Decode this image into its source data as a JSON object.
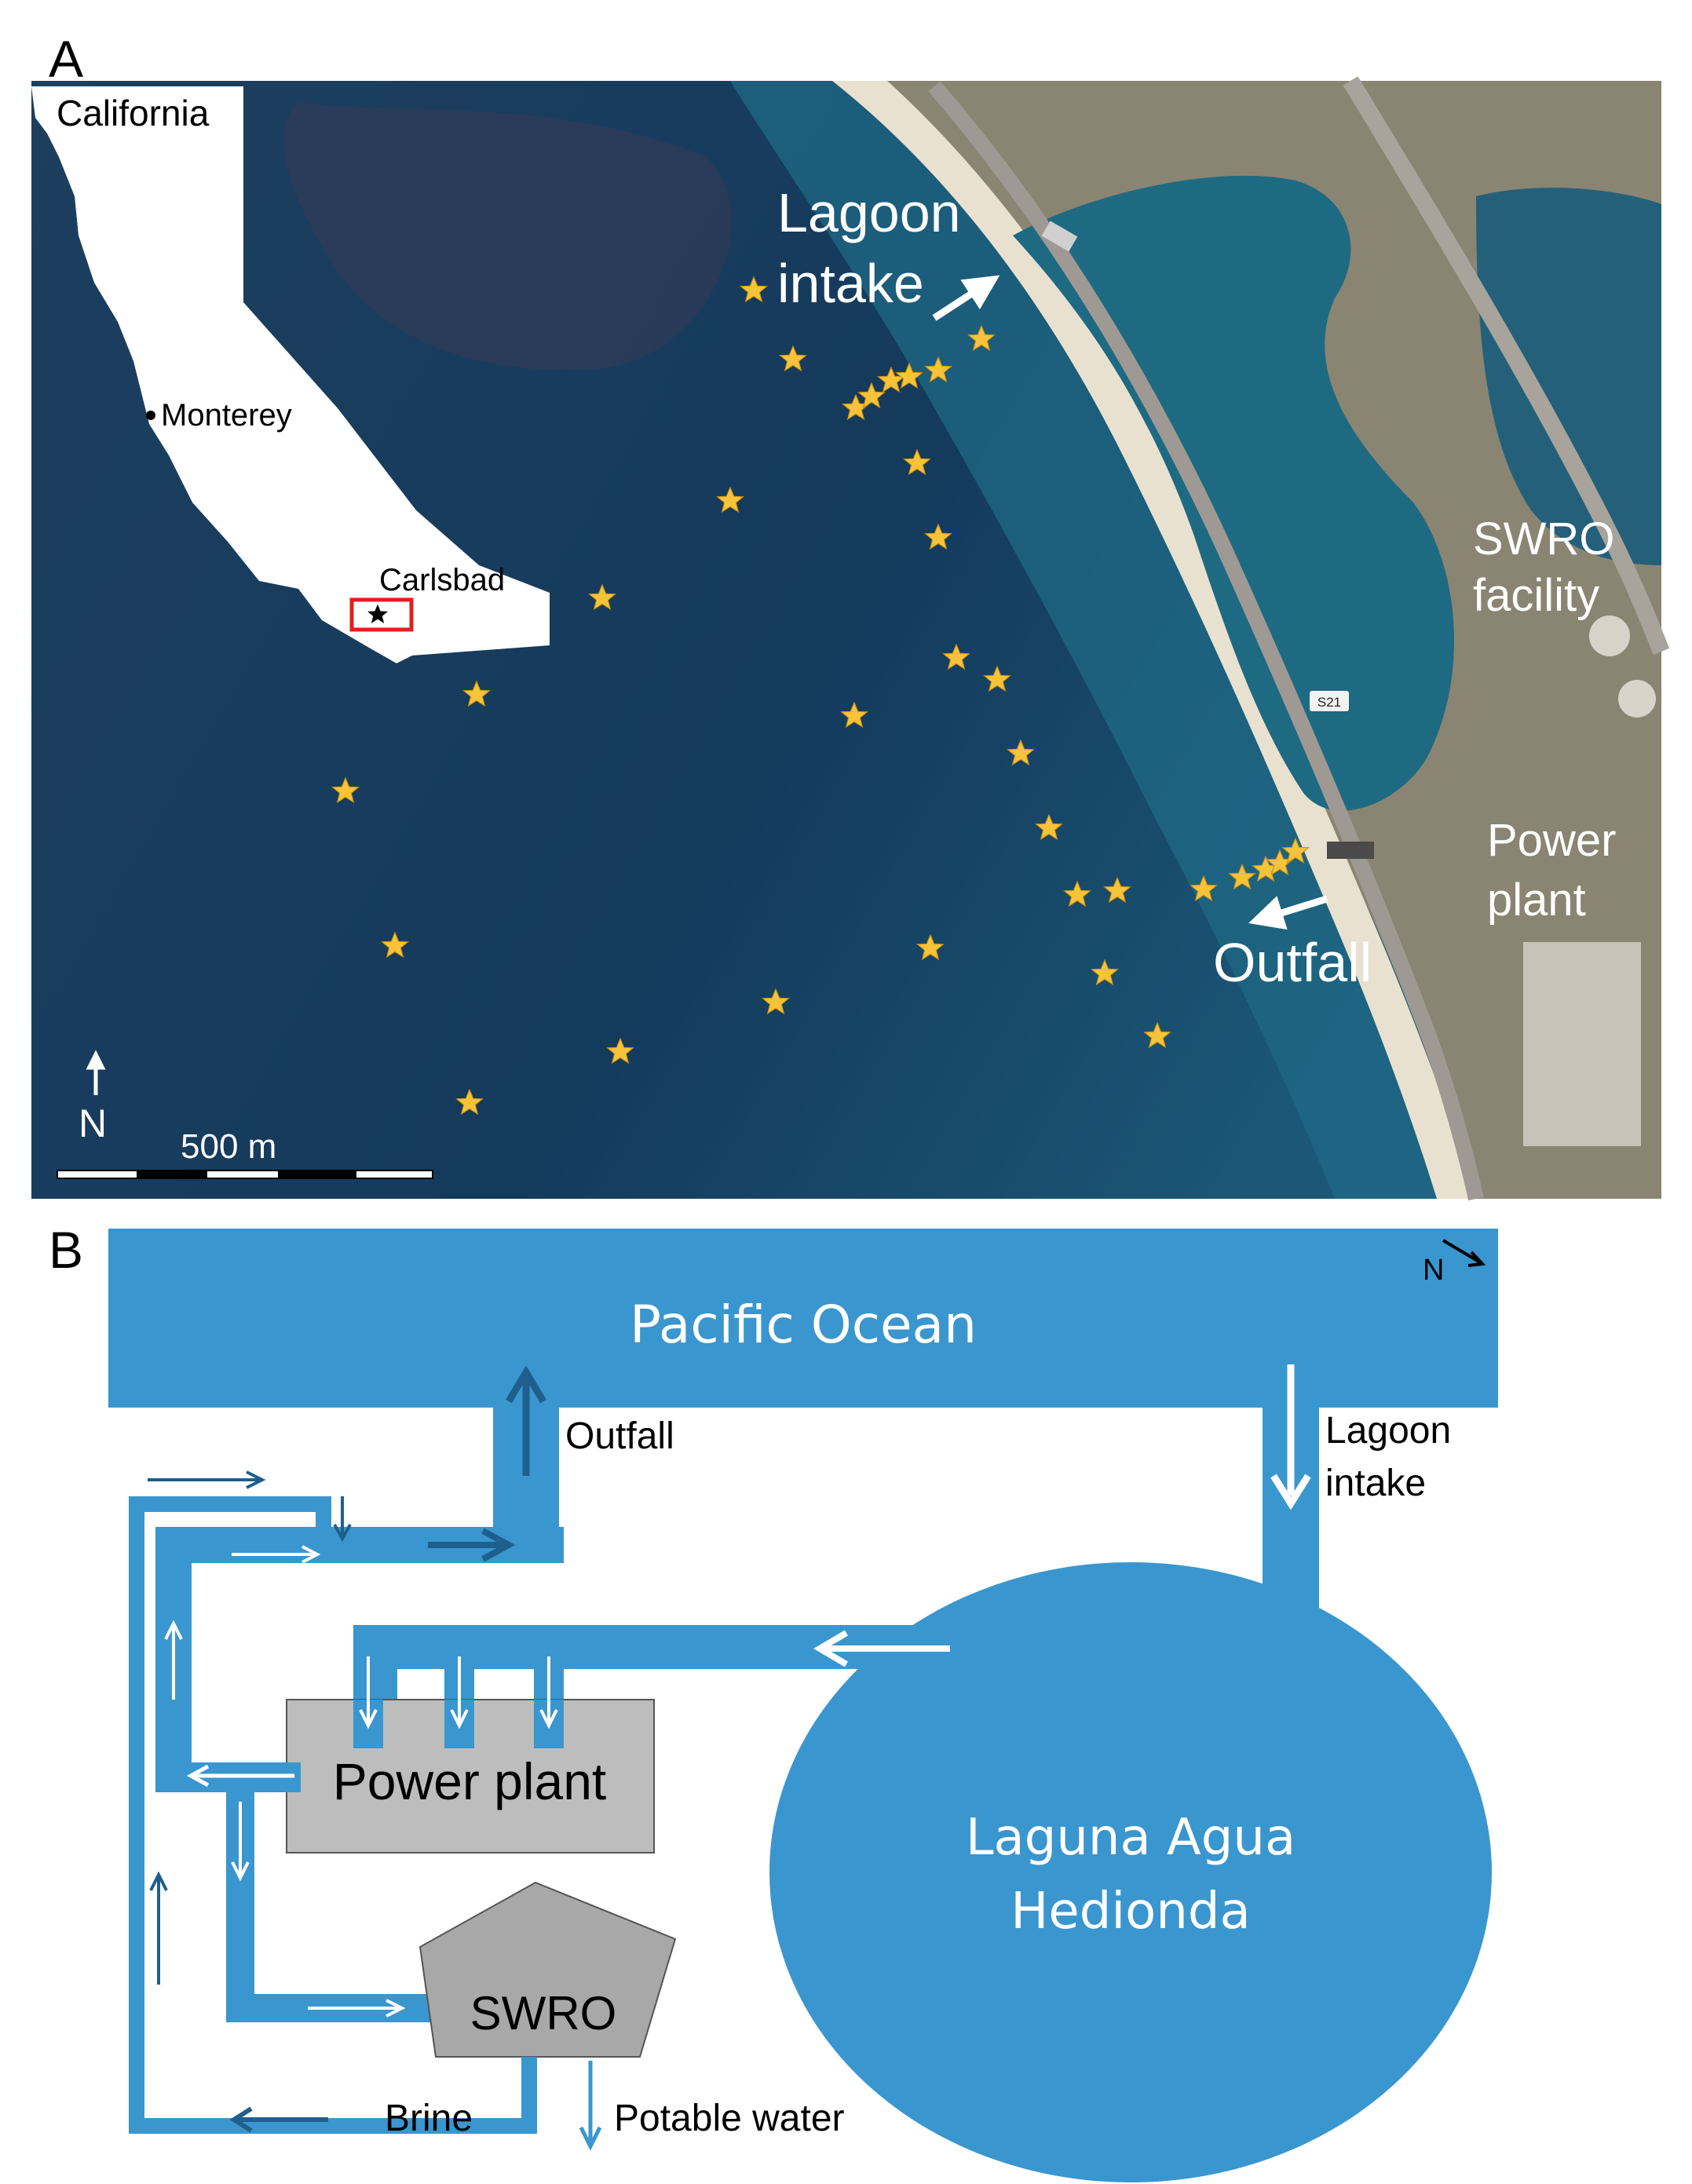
{
  "panel_a": {
    "letter": "A",
    "inset": {
      "state": "California",
      "city1": "Monterey",
      "city2": "Carlsbad"
    },
    "labels": {
      "lagoon_intake": [
        "Lagoon",
        "intake"
      ],
      "swro": [
        "SWRO",
        "facility"
      ],
      "power_plant": [
        "Power",
        "plant"
      ],
      "outfall": "Outfall",
      "road_sign": "S21"
    },
    "north": "N",
    "scale": "500 m"
  },
  "panel_b": {
    "letter": "B",
    "north": "N",
    "ocean": "Pacific Ocean",
    "outfall": "Outfall",
    "lagoon_intake": [
      "Lagoon",
      "intake"
    ],
    "power_plant": "Power plant",
    "lagoon": [
      "Laguna Agua",
      "Hedionda"
    ],
    "swro": "SWRO",
    "brine": "Brine",
    "potable": "Potable water"
  },
  "colors": {
    "water": "#3a96cf",
    "dark_arrow": "#1f5f8e",
    "plant": "#bdbdbd",
    "star": "#f6c33a",
    "sea": "#1b4a6c"
  }
}
